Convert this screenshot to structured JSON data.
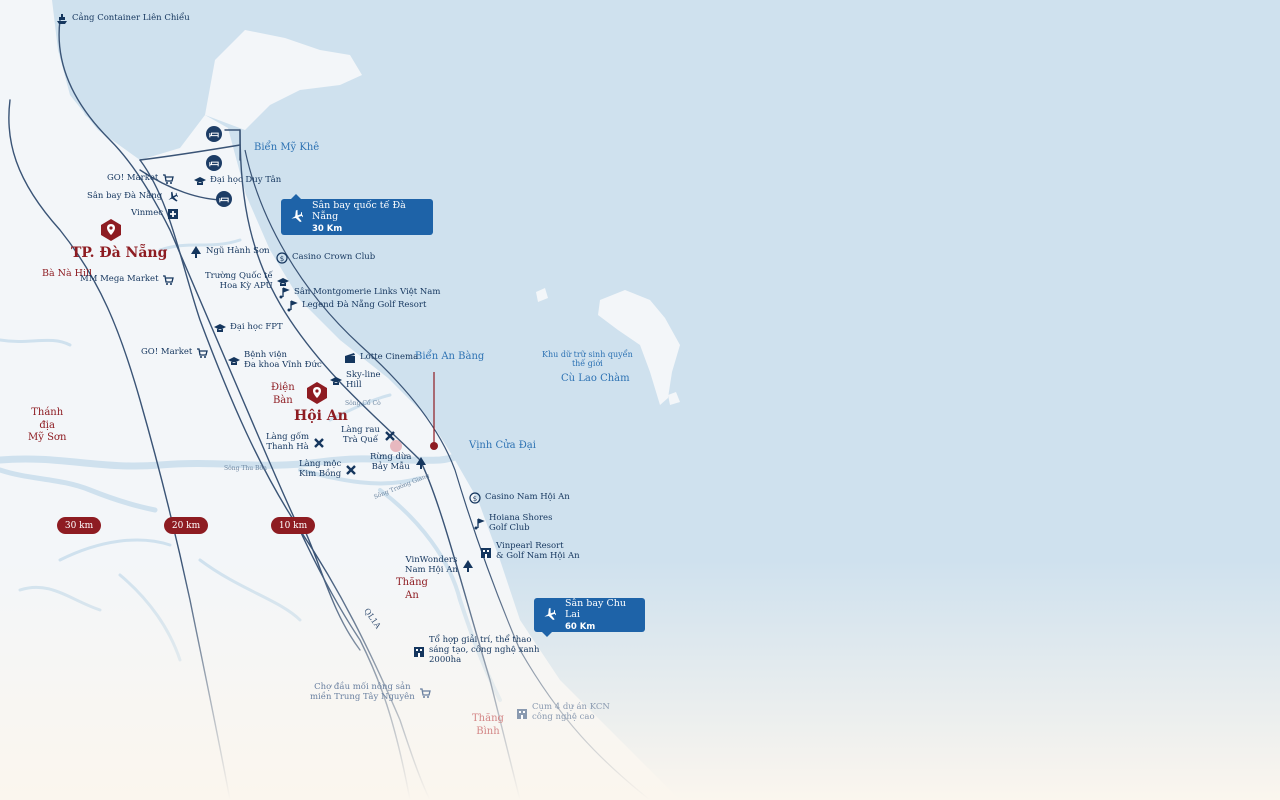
{
  "colors": {
    "sea": "#cfe1ee",
    "land": "#f3f6f9",
    "road": "#3a5476",
    "accent_red": "#8e1c22",
    "brand_blue": "#1e63a8",
    "poi_navy": "#15365e"
  },
  "ports": {
    "lien_chieu": "Cảng Container Liên Chiểu"
  },
  "cities": {
    "da_nang": "TP. Đà Nẵng",
    "hoi_an": "Hội An"
  },
  "red_places": {
    "ba_na": "Bà Nà Hill",
    "dien_ban": "Điện\nBàn",
    "my_son": "Thánh\nđịa\nMỹ Sơn",
    "thang_an": "Thăng\nAn"
  },
  "pink_places": {
    "thang_binh": "Thăng\nBình"
  },
  "sea_labels": {
    "my_khe": "Biển Mỹ Khê",
    "an_bang": "Biển An Bàng",
    "cua_dai": "Vịnh Cửa Đại"
  },
  "cu_lao_cham": {
    "desc": "Khu dữ trữ sinh quyển\nthế giới",
    "name": "Cù Lao Chàm"
  },
  "airports": {
    "da_nang": {
      "name": "Sân bay quốc tế Đà Nẵng",
      "dist": "30 Km",
      "icon": "plane-icon"
    },
    "chu_lai": {
      "name": "Sân bay Chu Lai",
      "dist": "60 Km",
      "icon": "plane-icon"
    }
  },
  "distances": [
    "30 km",
    "20 km",
    "10 km"
  ],
  "road_label": "QL1A",
  "rivers": {
    "co_co": "Sông Cổ Cò",
    "thu_bon": "Sông Thu Bồn",
    "truong_giang": "Sông Trường Giang"
  },
  "pois": {
    "go_market_1": {
      "label": "GO! Market",
      "icon": "cart-icon"
    },
    "da_nang_airport": {
      "label": "Sân bay Đà Nẵng",
      "icon": "plane-icon"
    },
    "vinmec": {
      "label": "Vinmec",
      "icon": "hospital-icon"
    },
    "duy_tan": {
      "label": "Đại học Duy Tân",
      "icon": "graduation-icon"
    },
    "mm_mega": {
      "label": "MM Mega Market",
      "icon": "cart-icon"
    },
    "ngu_hanh_son": {
      "label": "Ngũ Hành Sơn",
      "icon": "tree-icon"
    },
    "apu": {
      "label": "Trường Quốc tế\nHoa Kỳ APU",
      "icon": "graduation-icon"
    },
    "casino_crown": {
      "label": "Casino Crown Club",
      "icon": "casino-icon"
    },
    "montgomerie": {
      "label": "Sân Montgomerie Links Việt Nam",
      "icon": "golf-icon"
    },
    "legend_golf": {
      "label": "Legend Đà Nẵng Golf Resort",
      "icon": "golf-icon"
    },
    "fpt": {
      "label": "Đại học FPT",
      "icon": "graduation-icon"
    },
    "go_market_2": {
      "label": "GO! Market",
      "icon": "cart-icon"
    },
    "vinh_duc": {
      "label": "Bệnh viện\nĐa khoa Vĩnh Đức",
      "icon": "graduation-icon"
    },
    "lotte": {
      "label": "Lotte Cinema",
      "icon": "cinema-icon"
    },
    "skyline": {
      "label": "Sky-line\nHill",
      "icon": "graduation-icon"
    },
    "thanh_ha": {
      "label": "Làng gốm\nThanh Hà",
      "icon": "craft-icon"
    },
    "tra_que": {
      "label": "Làng rau\nTrà Quế",
      "icon": "craft-icon"
    },
    "kim_bong": {
      "label": "Làng mộc\nKim Bồng",
      "icon": "craft-icon"
    },
    "bay_mau": {
      "label": "Rừng dừa\nBảy Mẫu",
      "icon": "tree-icon"
    },
    "casino_nam_hoi_an": {
      "label": "Casino Nam Hội An",
      "icon": "casino-icon"
    },
    "hoiana": {
      "label": "Hoiana Shores\nGolf Club",
      "icon": "golf-icon"
    },
    "vinpearl": {
      "label": "Vinpearl Resort\n& Golf Nam Hội An",
      "icon": "building-icon"
    },
    "vinwonders": {
      "label": "VinWonders\nNam Hội An",
      "icon": "tree-icon"
    },
    "to_hop": {
      "label": "Tổ hợp giải trí, thể thao\nsáng tạo, công nghệ xanh\n2000ha",
      "icon": "building-icon"
    },
    "cho_dau_moi": {
      "label": "Chợ đầu mối nông sản\nmiền Trung Tây Nguyên",
      "icon": "cart-icon"
    },
    "cum_kcn": {
      "label": "Cụm 4 dự án KCN\ncông nghệ cao",
      "icon": "building-icon"
    }
  }
}
